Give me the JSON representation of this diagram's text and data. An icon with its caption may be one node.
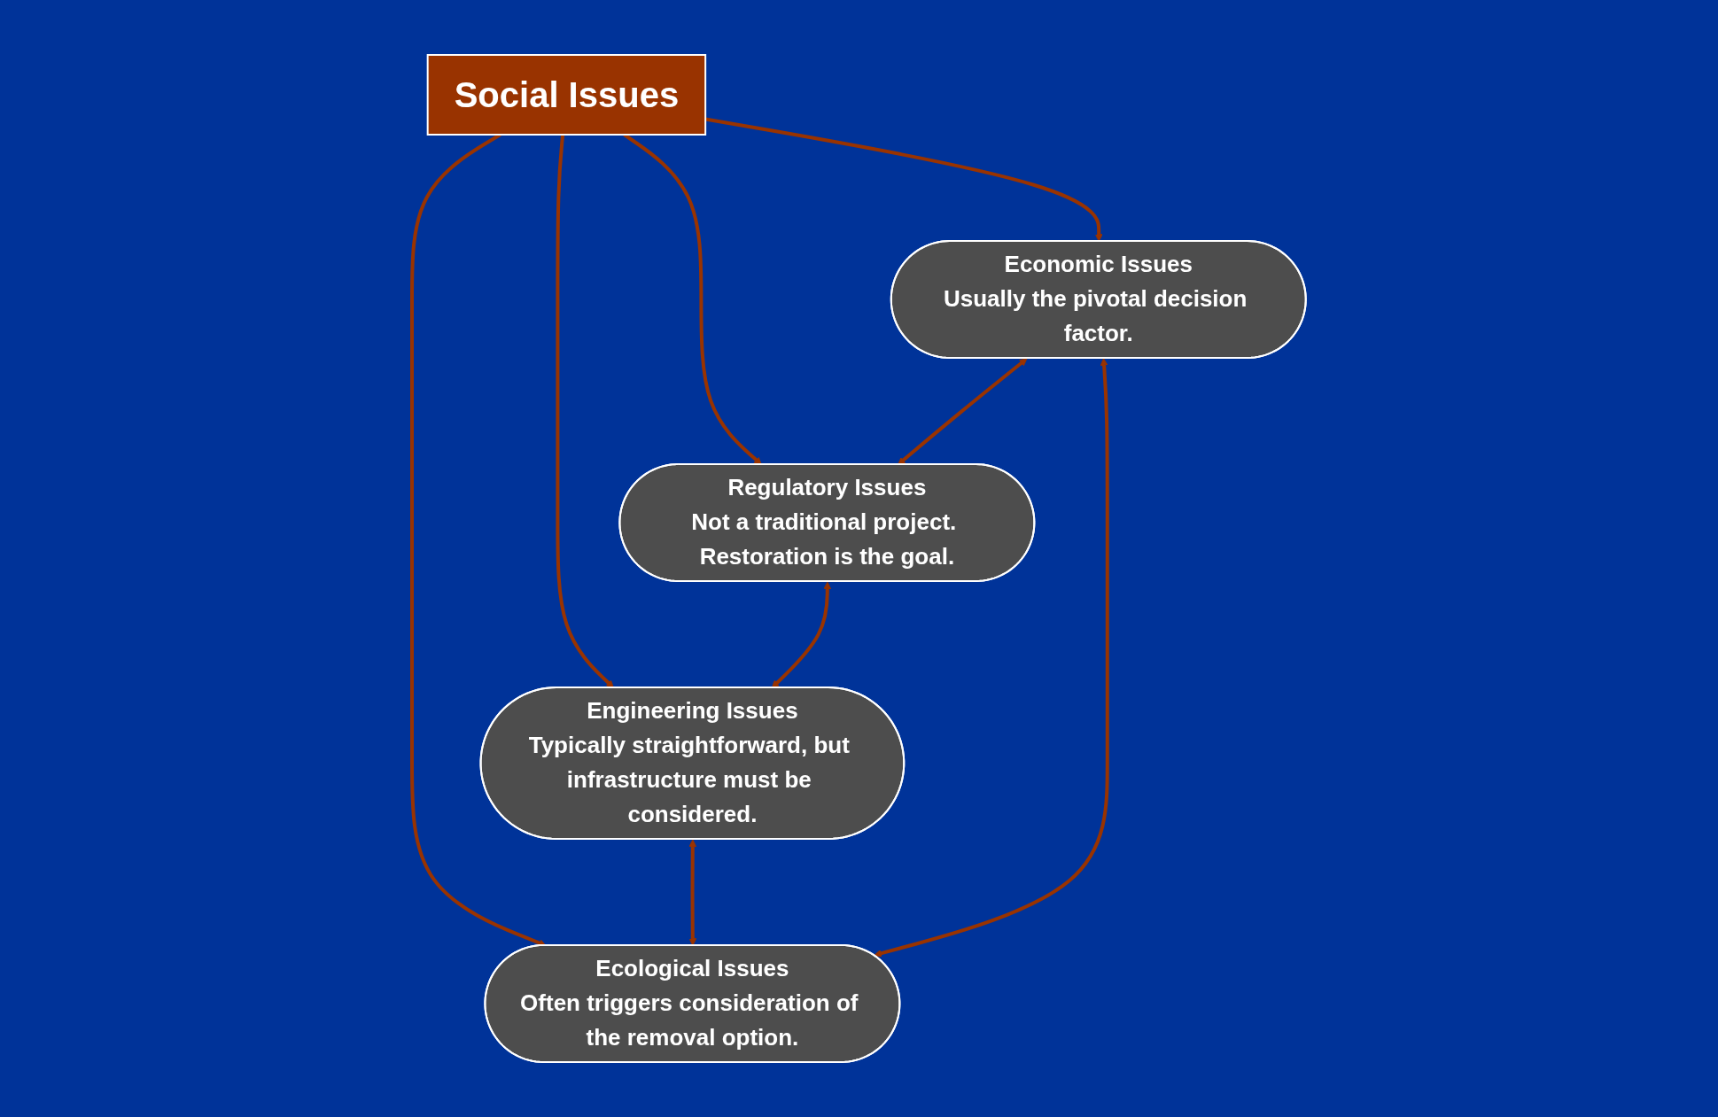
{
  "diagram": {
    "nodes": [
      {
        "text": [
          "Economic Issues",
          "Usually the pivotal decision factor."
        ]
      },
      {
        "text": [
          "Ecological Issues",
          "Often triggers consideration of the removal option."
        ]
      },
      {
        "text": [
          "Regulatory Issues",
          "Not a traditional project. Restoration is the goal."
        ]
      },
      {
        "text": [
          "Social Issues"
        ]
      },
      {
        "text": [
          "Engineering Issues",
          "Typically straightforward, but infrastructure must be considered."
        ]
      }
    ],
    "edges": [
      {
        "from": 3,
        "to": 0,
        "arrow": "to"
      },
      {
        "from": 3,
        "to": 1,
        "arrow": "to"
      },
      {
        "from": 3,
        "to": 2,
        "arrow": "to"
      },
      {
        "from": 3,
        "to": 4,
        "arrow": "to"
      },
      {
        "from": 1,
        "to": 0,
        "arrow": "both"
      },
      {
        "from": 0,
        "to": 2,
        "arrow": "both"
      },
      {
        "from": 2,
        "to": 4,
        "arrow": "both"
      },
      {
        "from": 4,
        "to": 1,
        "arrow": "both"
      }
    ]
  }
}
